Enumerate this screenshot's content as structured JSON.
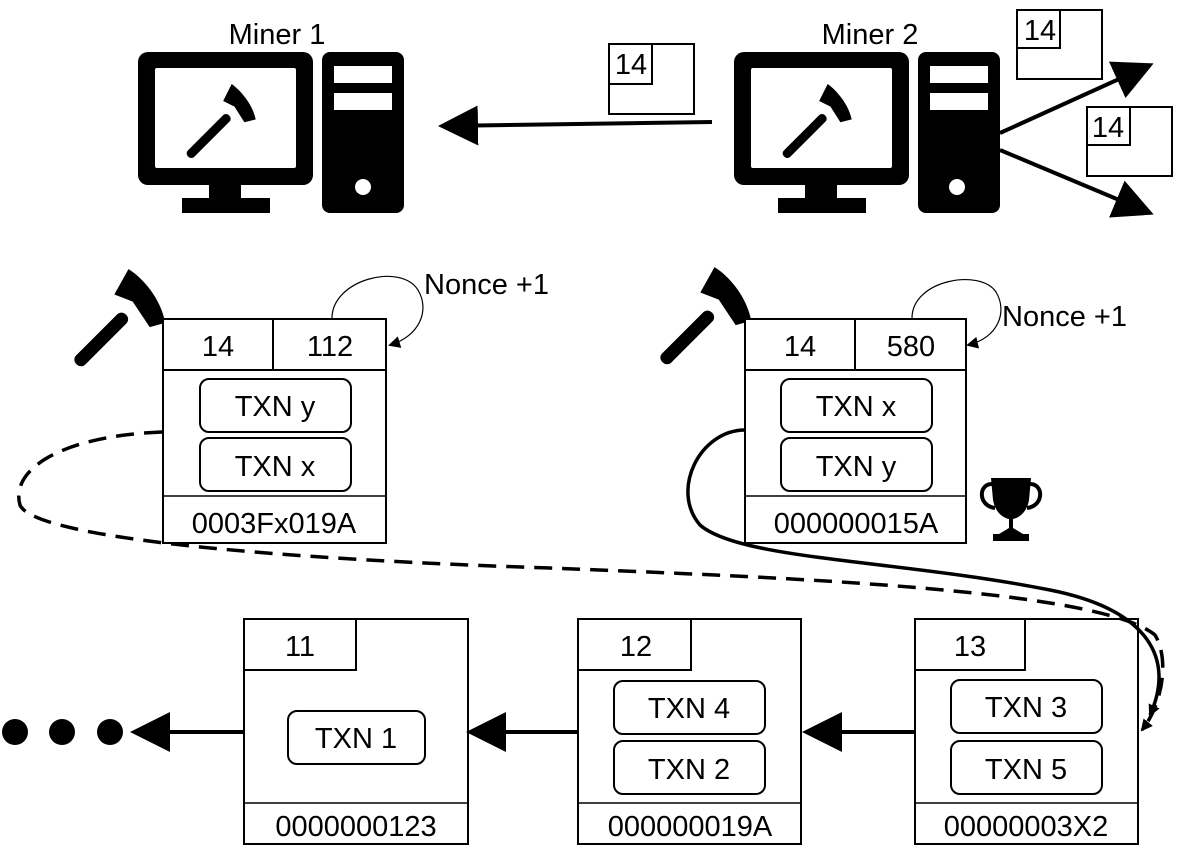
{
  "miners": [
    {
      "label": "Miner 1"
    },
    {
      "label": "Miner 2"
    }
  ],
  "broadcast_blocks": [
    "14",
    "14",
    "14"
  ],
  "candidate_blocks": [
    {
      "number": "14",
      "nonce": "112",
      "txns": [
        "TXN y",
        "TXN x"
      ],
      "hash": "0003Fx019A",
      "nonce_label": "Nonce +1"
    },
    {
      "number": "14",
      "nonce": "580",
      "txns": [
        "TXN x",
        "TXN y"
      ],
      "hash": "000000015A",
      "nonce_label": "Nonce +1"
    }
  ],
  "chain": [
    {
      "number": "11",
      "txns": [
        "TXN 1"
      ],
      "hash": "0000000123"
    },
    {
      "number": "12",
      "txns": [
        "TXN 4",
        "TXN 2"
      ],
      "hash": "000000019A"
    },
    {
      "number": "13",
      "txns": [
        "TXN 3",
        "TXN 5"
      ],
      "hash": "00000003X2"
    }
  ],
  "icons": {
    "computer": "desktop-computer-icon",
    "hammer": "hammer-icon",
    "trophy": "trophy-icon",
    "ellipsis": "ellipsis-icon"
  }
}
